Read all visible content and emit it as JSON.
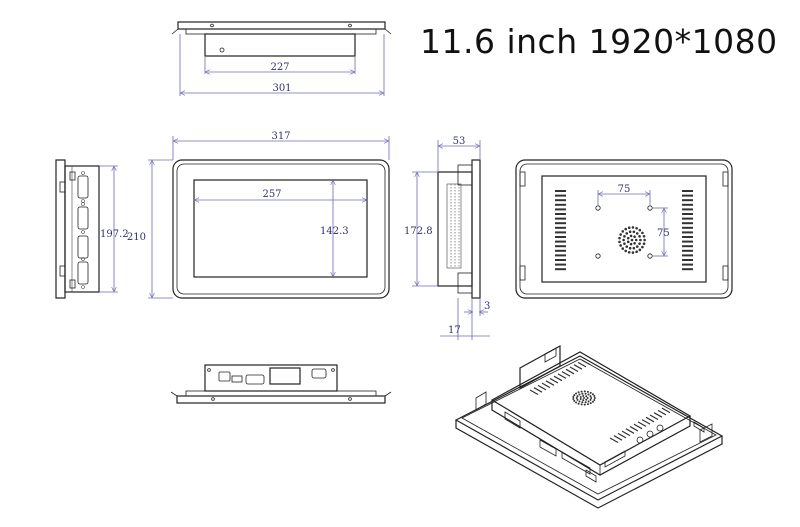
{
  "title": "11.6 inch 1920*1080",
  "dimensions": {
    "top_inner_width": "227",
    "top_outer_width": "301",
    "front_width": "317",
    "front_height": "210",
    "screen_width": "257",
    "screen_height": "142.3",
    "side_left_height": "197.2",
    "side_right_height": "172.8",
    "depth": "53",
    "bezel": "3",
    "flange": "17",
    "vesa_h": "75",
    "vesa_v": "75"
  },
  "colors": {
    "outline": "#222222",
    "dimension": "#6b6bb8"
  }
}
